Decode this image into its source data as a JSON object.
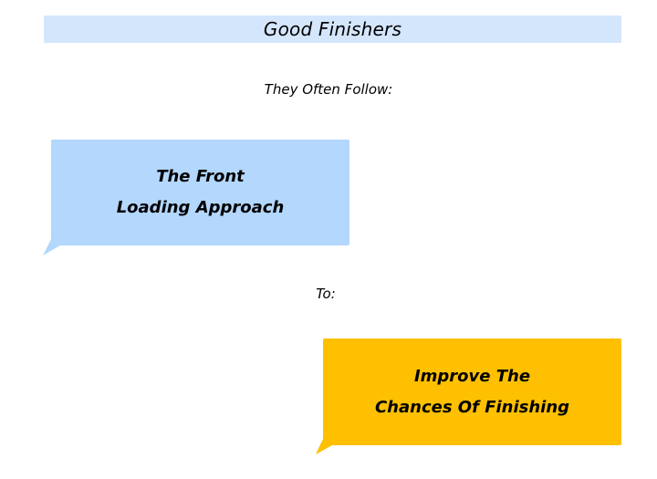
{
  "header": {
    "title": "Good Finishers",
    "background": "#d4e6fc"
  },
  "captions": {
    "intro": "They Often Follow:",
    "connector": "To:"
  },
  "bubbles": [
    {
      "line1": "The Front",
      "line2": "Loading Approach",
      "color": "#b3d7fd",
      "tail": "bottom-left"
    },
    {
      "line1": "Improve The",
      "line2": "Chances Of Finishing",
      "color": "#fec000",
      "tail": "bottom-left"
    }
  ]
}
